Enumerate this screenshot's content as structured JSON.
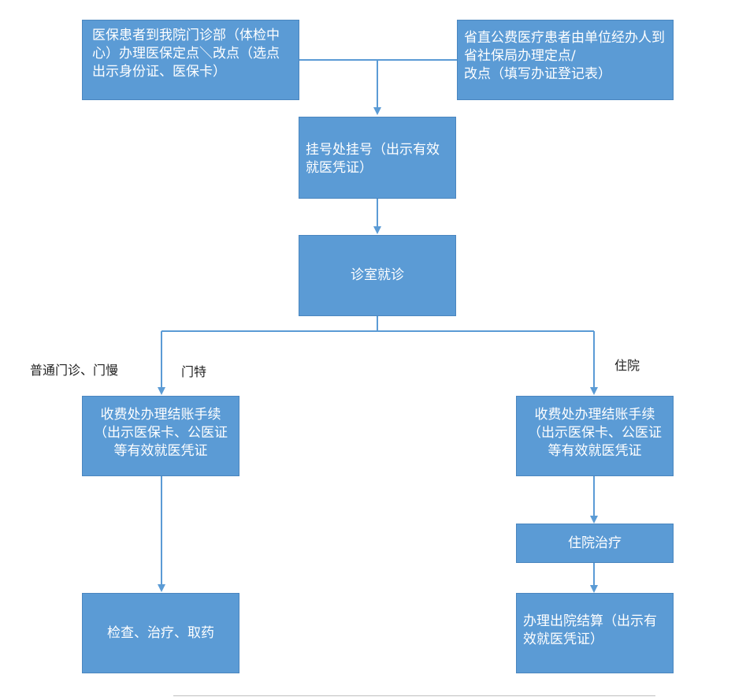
{
  "boxes": {
    "outpatient_registration": "医保患者到我院门诊部（体检中心）办理医保定点＼改点（选点出示身份证、医保卡）",
    "provincial_registration": "省直公费医疗患者由单位经办人到省社保局办理定点/\n改点（填写办证登记表）",
    "register": "挂号处挂号（出示有效就医凭证）",
    "consult": "诊室就诊",
    "billing_left": "收费处办理结账手续\n（出示医保卡、公医证\n等有效就医凭证",
    "exam": "检查、治疗、取药",
    "billing_right": "收费处办理结账手续\n（出示医保卡、公医证\n等有效就医凭证",
    "inpatient": "住院治疗",
    "discharge": "办理出院结算（出示有效就医凭证）"
  },
  "labels": {
    "general": "普通门诊、门慢",
    "special": "门特",
    "hospital": "住院"
  },
  "colors": {
    "box_fill": "#5b9bd5",
    "connector": "#5b9bd5",
    "text_on_box": "#ffffff"
  }
}
